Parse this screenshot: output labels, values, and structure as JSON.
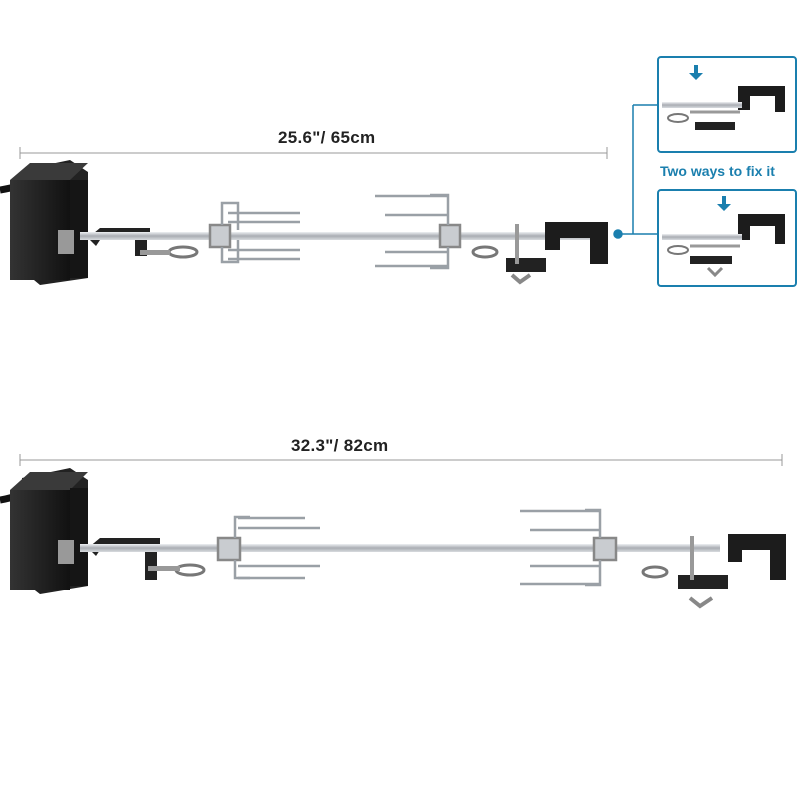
{
  "product_image": {
    "top_rotisserie": {
      "length_label": "25.6\"/ 65cm"
    },
    "bottom_rotisserie": {
      "length_label": "32.3\"/ 82cm"
    },
    "callout": {
      "label": "Two ways to fix it"
    },
    "colors": {
      "accent": "#1a7fae",
      "motor": "#1c1c1c",
      "steel": "#b8bcc2",
      "line": "#999999"
    }
  }
}
